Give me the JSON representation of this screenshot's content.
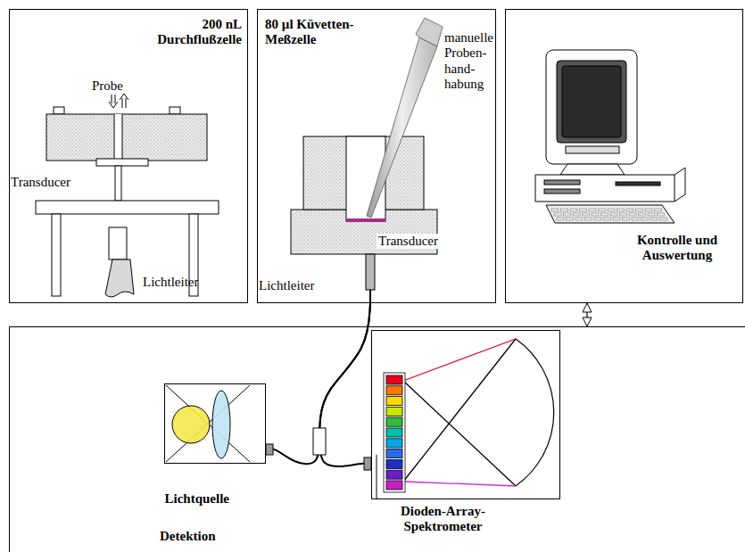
{
  "diagram": {
    "nodes": [
      {
        "text": [
          "200 nL Durchflußzelle"
        ]
      },
      {
        "text": [
          "80 µl Küvetten- Meßzelle"
        ]
      },
      {
        "text": [
          "Kontrolle und Auswertung"
        ]
      },
      {
        "text": [
          "Detektion"
        ]
      },
      {
        "text": [
          "Lichtquelle"
        ],
        "in": 3
      },
      {
        "text": [
          "Dioden-Array- Spektrometer"
        ],
        "in": 3
      }
    ],
    "edges": [
      {
        "from": 2,
        "to": 3,
        "arrow": "both"
      },
      {
        "from": 1,
        "to": 4,
        "arrow": "none"
      },
      {
        "from": 1,
        "to": 5,
        "arrow": "none"
      }
    ],
    "labels": [
      "Probe",
      "Transducer",
      "Lichtleiter",
      "manuelle Proben- hand- habung",
      "Transducer",
      "Lichtleiter"
    ]
  }
}
